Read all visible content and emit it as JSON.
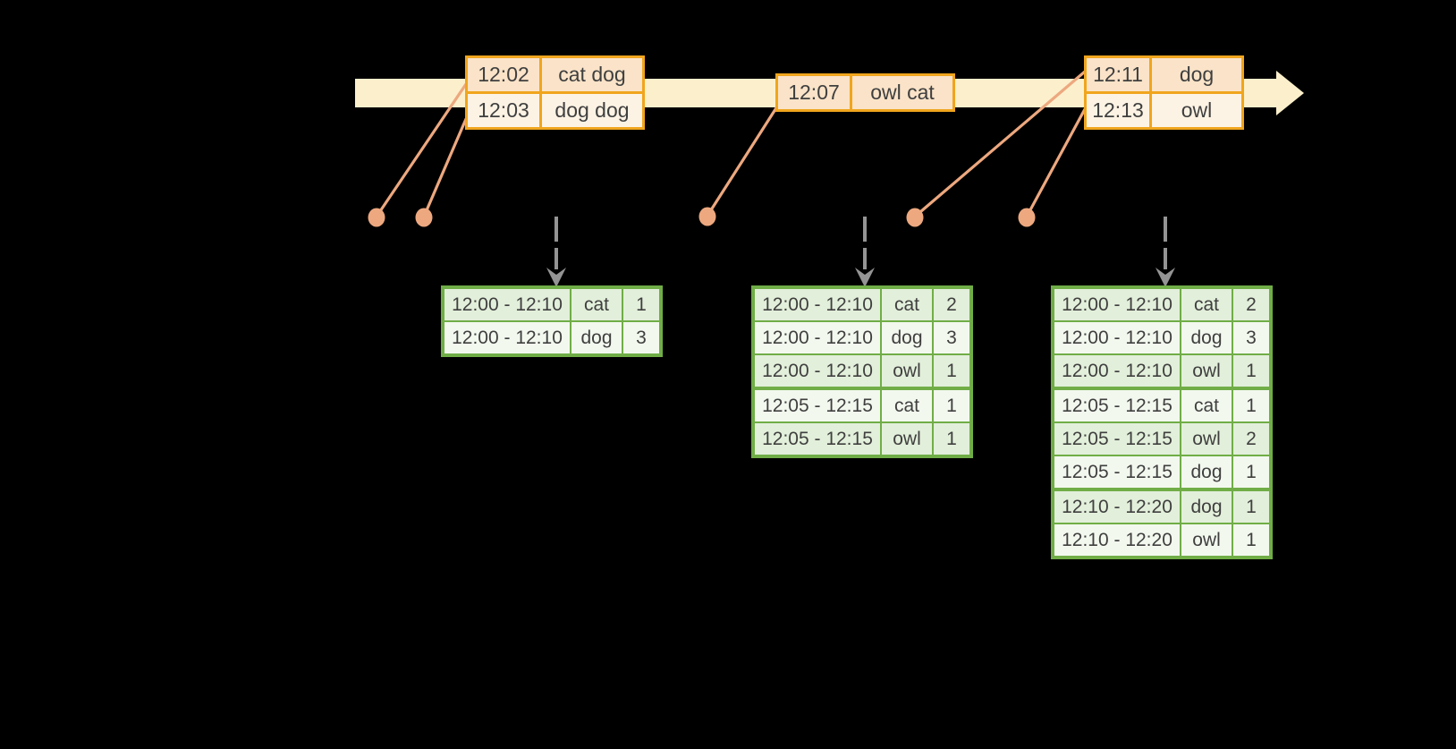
{
  "colors": {
    "timeline_fill": "#FCF0CC",
    "event_border": "#F0A51D",
    "event_row_dark": "#FAE3C8",
    "event_row_light": "#FDF3E4",
    "connector": "#EDA87F",
    "result_border": "#70AD47",
    "result_row_dark": "#E2EFDA",
    "result_row_light": "#F2F8EE",
    "arrow_gray": "#949494",
    "text": "#3F3F3F"
  },
  "event_tables": [
    {
      "rows": [
        {
          "time": "12:02",
          "words": "cat dog"
        },
        {
          "time": "12:03",
          "words": "dog dog"
        }
      ]
    },
    {
      "rows": [
        {
          "time": "12:07",
          "words": "owl cat"
        }
      ]
    },
    {
      "rows": [
        {
          "time": "12:11",
          "words": "dog"
        },
        {
          "time": "12:13",
          "words": "owl"
        }
      ]
    }
  ],
  "result_tables": [
    {
      "groups": [
        [
          {
            "window": "12:00 - 12:10",
            "word": "cat",
            "count": "1"
          },
          {
            "window": "12:00 - 12:10",
            "word": "dog",
            "count": "3"
          }
        ]
      ]
    },
    {
      "groups": [
        [
          {
            "window": "12:00 - 12:10",
            "word": "cat",
            "count": "2"
          },
          {
            "window": "12:00 - 12:10",
            "word": "dog",
            "count": "3"
          },
          {
            "window": "12:00 - 12:10",
            "word": "owl",
            "count": "1"
          }
        ],
        [
          {
            "window": "12:05 - 12:15",
            "word": "cat",
            "count": "1"
          },
          {
            "window": "12:05 - 12:15",
            "word": "owl",
            "count": "1"
          }
        ]
      ]
    },
    {
      "groups": [
        [
          {
            "window": "12:00 - 12:10",
            "word": "cat",
            "count": "2"
          },
          {
            "window": "12:00 - 12:10",
            "word": "dog",
            "count": "3"
          },
          {
            "window": "12:00 - 12:10",
            "word": "owl",
            "count": "1"
          }
        ],
        [
          {
            "window": "12:05 - 12:15",
            "word": "cat",
            "count": "1"
          },
          {
            "window": "12:05 - 12:15",
            "word": "owl",
            "count": "2"
          },
          {
            "window": "12:05 - 12:15",
            "word": "dog",
            "count": "1"
          }
        ],
        [
          {
            "window": "12:10 - 12:20",
            "word": "dog",
            "count": "1"
          },
          {
            "window": "12:10 - 12:20",
            "word": "owl",
            "count": "1"
          }
        ]
      ]
    }
  ]
}
